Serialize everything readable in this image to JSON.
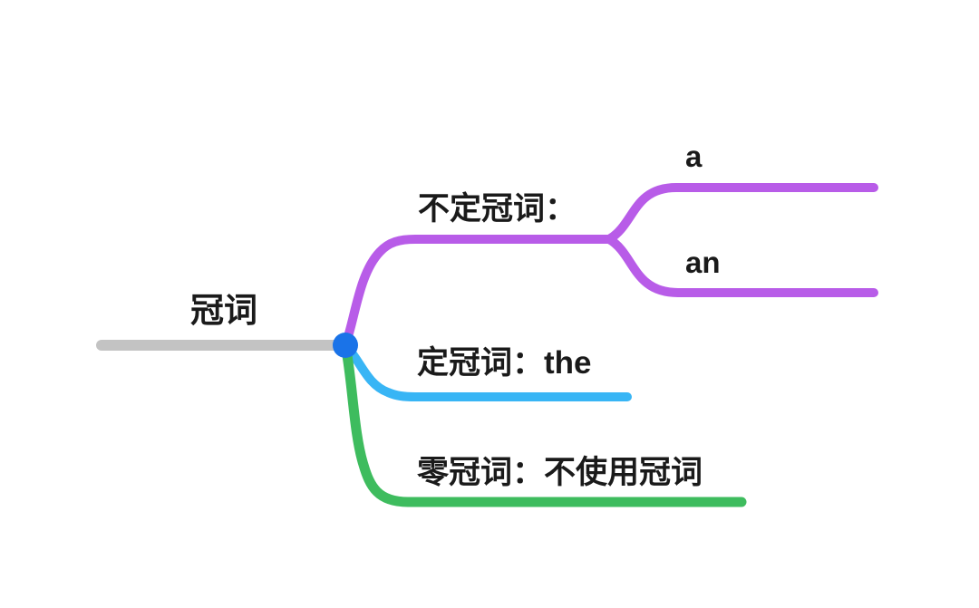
{
  "canvas": {
    "background": "#ffffff",
    "text_color": "#1a1a1a"
  },
  "mindmap": {
    "root": {
      "label": "冠词",
      "line_color": "#c3c3c3",
      "dot_color": "#1a73e8"
    },
    "branches": [
      {
        "label": "不定冠词：",
        "color": "#b85ce8",
        "children": [
          {
            "label": "a"
          },
          {
            "label": "an"
          }
        ]
      },
      {
        "label": "定冠词：the",
        "color": "#38b5f5",
        "children": []
      },
      {
        "label": "零冠词：不使用冠词",
        "color": "#3ebc5e",
        "children": []
      }
    ]
  }
}
